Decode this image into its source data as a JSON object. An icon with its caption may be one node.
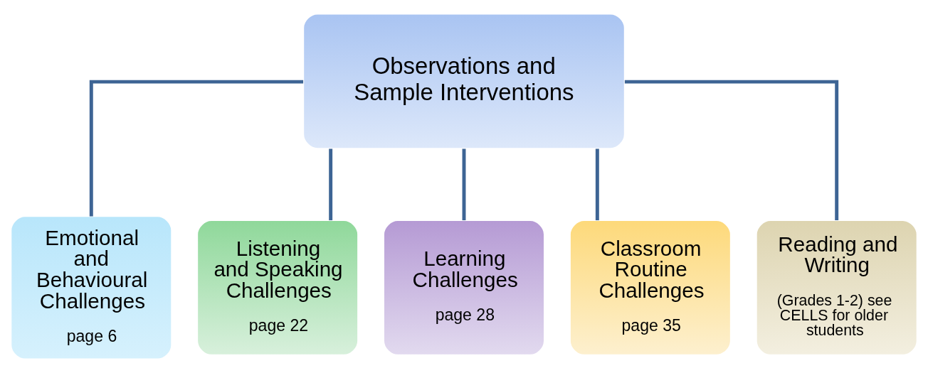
{
  "diagram": {
    "nodes": [
      {
        "text": [
          "Observations and Sample Interventions"
        ]
      },
      {
        "text": [
          "Emotional and Behavioural Challenges",
          "page 6"
        ]
      },
      {
        "text": [
          "Listening and Speaking Challenges",
          "page 22"
        ]
      },
      {
        "text": [
          "Learning Challenges",
          "page 28"
        ]
      },
      {
        "text": [
          "Classroom Routine Challenges",
          "page 35"
        ]
      },
      {
        "text": [
          "Reading and Writing",
          "(Grades 1-2) see CELLS for older students"
        ]
      }
    ],
    "edges": [
      {
        "from": 0,
        "to": 1,
        "arrow": "none"
      },
      {
        "from": 0,
        "to": 2,
        "arrow": "none"
      },
      {
        "from": 0,
        "to": 3,
        "arrow": "none"
      },
      {
        "from": 0,
        "to": 4,
        "arrow": "none"
      },
      {
        "from": 0,
        "to": 5,
        "arrow": "none"
      }
    ]
  }
}
